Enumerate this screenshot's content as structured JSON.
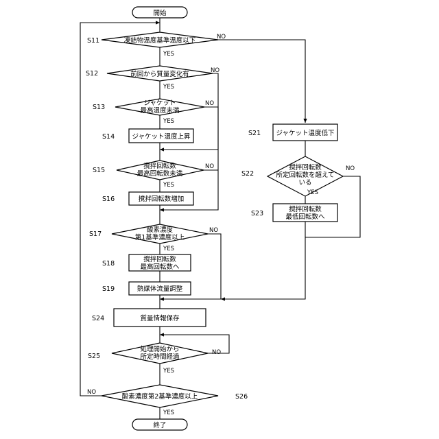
{
  "start": {
    "text": "開始"
  },
  "end": {
    "text": "終了"
  },
  "steps": {
    "S11": {
      "id": "S11",
      "lines": [
        "凍結物温度基準温度以下"
      ]
    },
    "S12": {
      "id": "S12",
      "lines": [
        "前回から質量変化有"
      ]
    },
    "S13": {
      "id": "S13",
      "lines": [
        "ジャケット",
        "最高温度未満"
      ]
    },
    "S14": {
      "id": "S14",
      "lines": [
        "ジャケット温度上昇"
      ]
    },
    "S15": {
      "id": "S15",
      "lines": [
        "撹拌回転数",
        "最高回転数未満"
      ]
    },
    "S16": {
      "id": "S16",
      "lines": [
        "撹拌回転数増加"
      ]
    },
    "S17": {
      "id": "S17",
      "lines": [
        "酸素濃度",
        "第1基準濃度以上"
      ]
    },
    "S18": {
      "id": "S18",
      "lines": [
        "撹拌回転数",
        "最高回転数へ"
      ]
    },
    "S19": {
      "id": "S19",
      "lines": [
        "熱媒体流量調整"
      ]
    },
    "S21": {
      "id": "S21",
      "lines": [
        "ジャケット温度低下"
      ]
    },
    "S22": {
      "id": "S22",
      "lines": [
        "撹拌回転数",
        "所定回転数を超えて",
        "いる"
      ]
    },
    "S23": {
      "id": "S23",
      "lines": [
        "撹拌回転数",
        "最低回転数へ"
      ]
    },
    "S24": {
      "id": "S24",
      "lines": [
        "質量情報保存"
      ]
    },
    "S25": {
      "id": "S25",
      "lines": [
        "処理開始から",
        "所定時間経過"
      ]
    },
    "S26": {
      "id": "S26",
      "lines": [
        "酸素濃度第2基準濃度以上"
      ]
    }
  },
  "branch": {
    "yes": "YES",
    "no": "NO"
  }
}
